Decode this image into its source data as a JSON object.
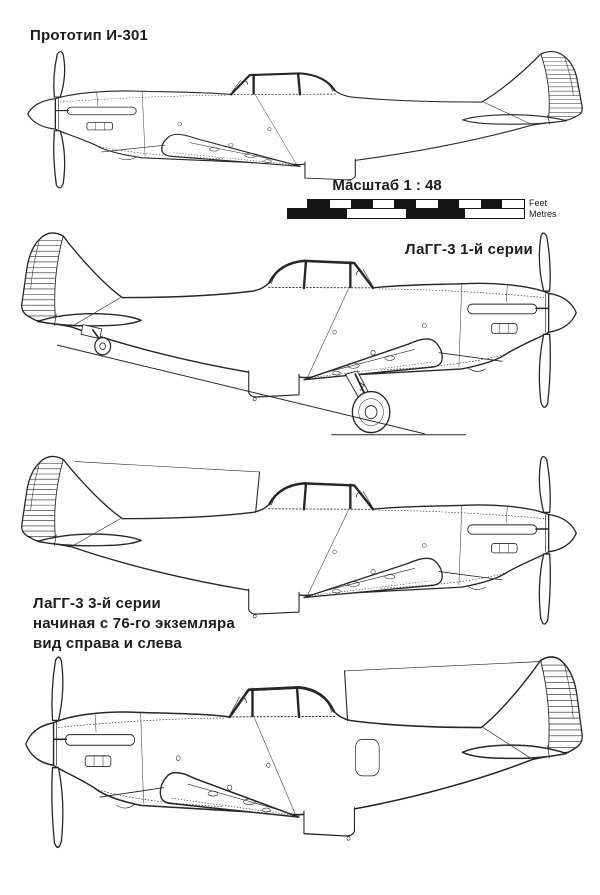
{
  "colors": {
    "ink": "#262626",
    "paper": "#fefefe"
  },
  "labels": {
    "prototype": "Прототип И-301",
    "series1": "ЛаГГ-3 1-й серии",
    "series3": [
      "ЛаГГ-3 3-й серии",
      "начиная с 76-го экземляра",
      "вид справа и слева"
    ]
  },
  "scale_bar": {
    "title": "Масштаб 1 : 48",
    "feet_label": "Feet",
    "metres_label": "Metres",
    "feet_segments": 10,
    "metre_segments": 4
  }
}
